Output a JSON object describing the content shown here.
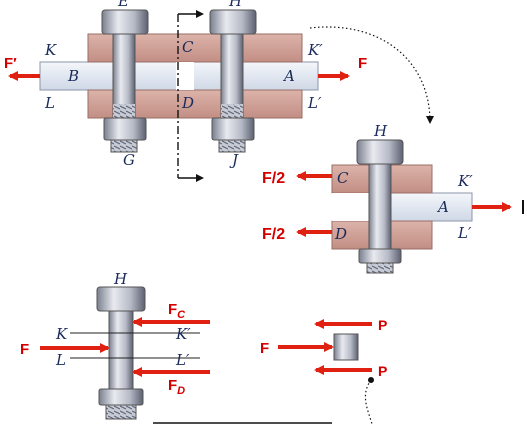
{
  "colors": {
    "plate": "#d2a59c",
    "plate_shade": "#b8857b",
    "bar": "#e4ebf4",
    "bar_edge": "#8b95a8",
    "bolt": "#c9ccd6",
    "bolt_dark": "#6f7484",
    "force": "#e02010",
    "label": "#1a2a5a"
  },
  "labels": {
    "E": "E",
    "H": "H",
    "G": "G",
    "J": "J",
    "K": "K",
    "L": "L",
    "K_prime": "K′",
    "L_prime": "L′",
    "A": "A",
    "B": "B",
    "C": "C",
    "D": "D",
    "F": "F",
    "F_prime": "F′",
    "half_top": "F/2",
    "half_bottom": "F/2",
    "H2": "H",
    "K2": "K′",
    "L2": "L′",
    "A2": "A",
    "C2": "C",
    "D2": "D",
    "H3": "H",
    "K3": "K",
    "L3": "L",
    "K3p": "K′",
    "L3p": "L′",
    "F3": "F",
    "FC_main": "F",
    "FC_sub": "C",
    "FD_main": "F",
    "FD_sub": "D",
    "F4": "F",
    "P_top": "P",
    "P_bottom": "P"
  },
  "icons": [
    "bolt-icon",
    "nut-icon",
    "arrow-icon",
    "cut-line"
  ]
}
